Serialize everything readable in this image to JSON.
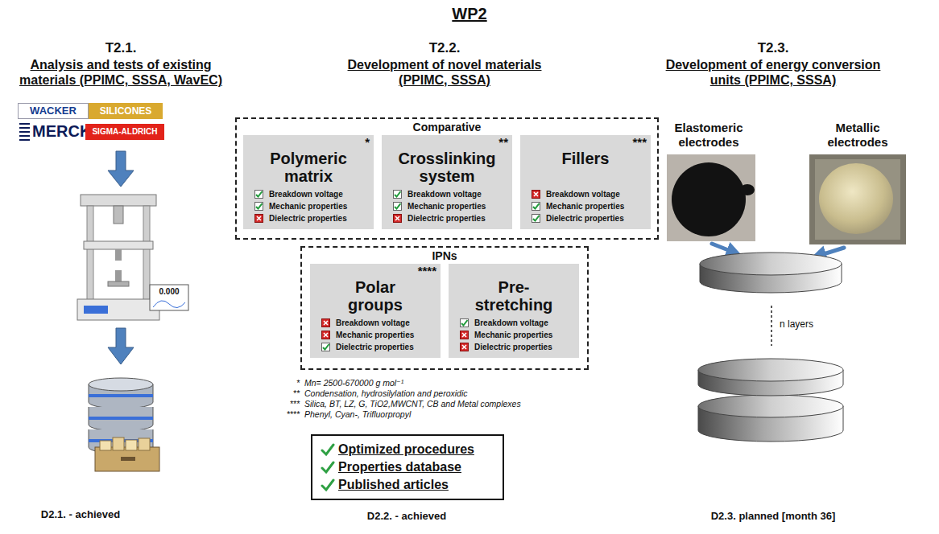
{
  "diagram": {
    "title": "WP2",
    "nodes": [
      {
        "text": [
          "Comparative"
        ]
      },
      {
        "text": [
          "Polymeric matrix",
          "*",
          "Breakdown voltage",
          "Mechanic properties",
          "Dielectric properties"
        ],
        "in": 0
      },
      {
        "text": [
          "Crosslinking system",
          "**",
          "Breakdown voltage",
          "Mechanic properties",
          "Dielectric properties"
        ],
        "in": 0
      },
      {
        "text": [
          "Fillers",
          "***",
          "Breakdown voltage",
          "Mechanic properties",
          "Dielectric properties"
        ],
        "in": 0
      },
      {
        "text": [
          "IPNs"
        ]
      },
      {
        "text": [
          "Polar groups",
          "****",
          "Breakdown voltage",
          "Mechanic properties",
          "Dielectric properties"
        ],
        "in": 4
      },
      {
        "text": [
          "Pre-stretching",
          "Breakdown voltage",
          "Mechanic properties",
          "Dielectric properties"
        ],
        "in": 4
      },
      {
        "text": [
          "Optimized procedures",
          "Properties database",
          "Published articles"
        ]
      }
    ],
    "labels": [
      "T2.1.",
      "Analysis and tests of existing materials (PPIMC, SSSA, WavEC)",
      "T2.2.",
      "Development of novel materials (PPIMC, SSSA)",
      "T2.3.",
      "Development of energy conversion units (PPIMC, SSSA)",
      "WACKER",
      "SILICONES",
      "MERCK",
      "SIGMA-ALDRICH",
      "0.000",
      "D2.1. - achieved",
      "*",
      "Mn= 2500-670000 g mol⁻¹",
      "**",
      "Condensation, hydrosilylation and peroxidic",
      "***",
      "Silica, BT, LZ, G, TiO2,MWCNT, CB and Metal complexes",
      "****",
      "Phenyl, Cyan-, Trifluorpropyl",
      "D2.2. - achieved",
      "Elastomeric electrodes",
      "Metallic electrodes",
      "n layers",
      "D2.3. planned [month 36]"
    ]
  }
}
